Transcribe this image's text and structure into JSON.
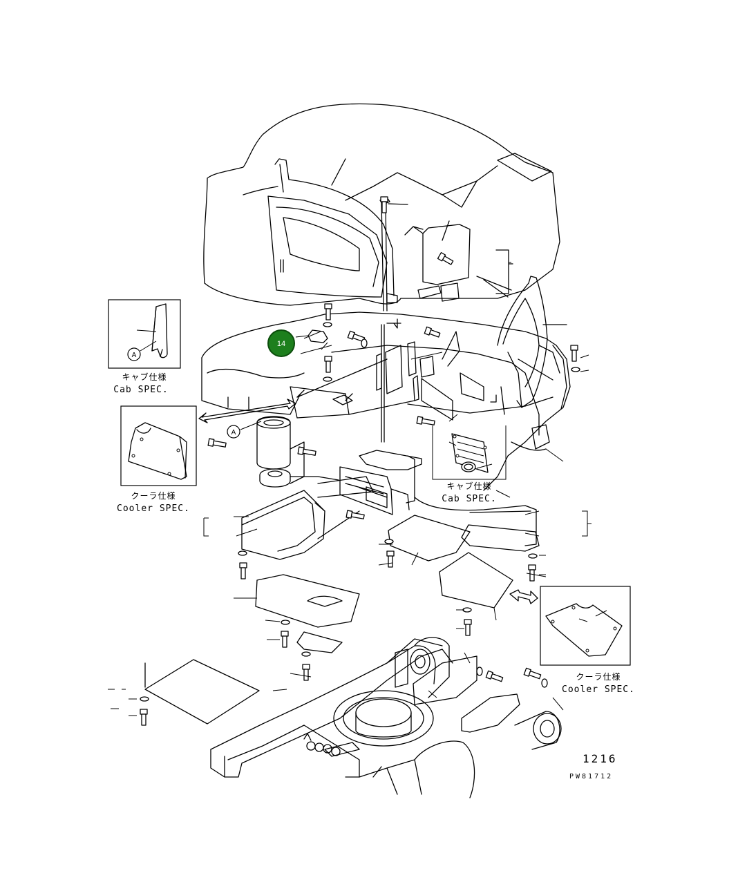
{
  "diagram": {
    "insets": [
      {
        "title_jp": "キャブ仕様",
        "title_en": "Cab SPEC.",
        "ref": "A"
      },
      {
        "title_jp": "クーラ仕様",
        "title_en": "Cooler SPEC.",
        "ref": ""
      },
      {
        "title_jp": "キャブ仕様",
        "title_en": "Cab SPEC.",
        "ref": ""
      },
      {
        "title_jp": "クーラ仕様",
        "title_en": "Cooler SPEC.",
        "ref": ""
      }
    ],
    "ref_marker": "A",
    "callout": {
      "label": "14",
      "color": "#1d7f1d"
    },
    "page_number": "1216",
    "drawing_code": "PW81712"
  }
}
